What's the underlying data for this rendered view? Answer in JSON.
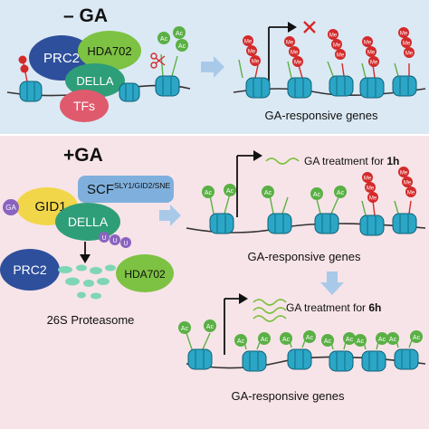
{
  "minus_panel": {
    "title": "– GA",
    "complexes": {
      "prc2": "PRC2",
      "hda702": "HDA702",
      "della": "DELLA",
      "tfs": "TFs"
    },
    "histone_mark": "Ac",
    "silenced_mark": "Me",
    "genes_label": "GA-responsive genes"
  },
  "plus_panel": {
    "title": "+GA",
    "ga": "GA",
    "gid1": "GID1",
    "scf_main": "SCF",
    "scf_sup": "SLY1/GID2/SNE",
    "della": "DELLA",
    "ub": "U",
    "prc2": "PRC2",
    "hda702": "HDA702",
    "proteasome": "26S Proteasome",
    "treat1_prefix": "GA treatment for ",
    "treat1_bold": "1h",
    "treat2_prefix": "GA treatment for ",
    "treat2_bold": "6h",
    "genes_label1": "GA-responsive genes",
    "genes_label2": "GA-responsive genes",
    "histone_mark": "Ac",
    "methyl_mark": "Me"
  },
  "colors": {
    "minus_bg": "#dbe9f4",
    "plus_bg": "#f7e4e8",
    "prc2": "#2e4f9c",
    "hda702": "#7dc242",
    "della": "#2e9e78",
    "tfs": "#e05a6e",
    "nucleosome": "#2ba6c6",
    "acetyl": "#5ab045",
    "methyl": "#d42a2a",
    "scf": "#7fb0dd",
    "ub": "#8a63c0",
    "arrow_light": "#a9c9e9",
    "red_x": "#d42a2a"
  }
}
